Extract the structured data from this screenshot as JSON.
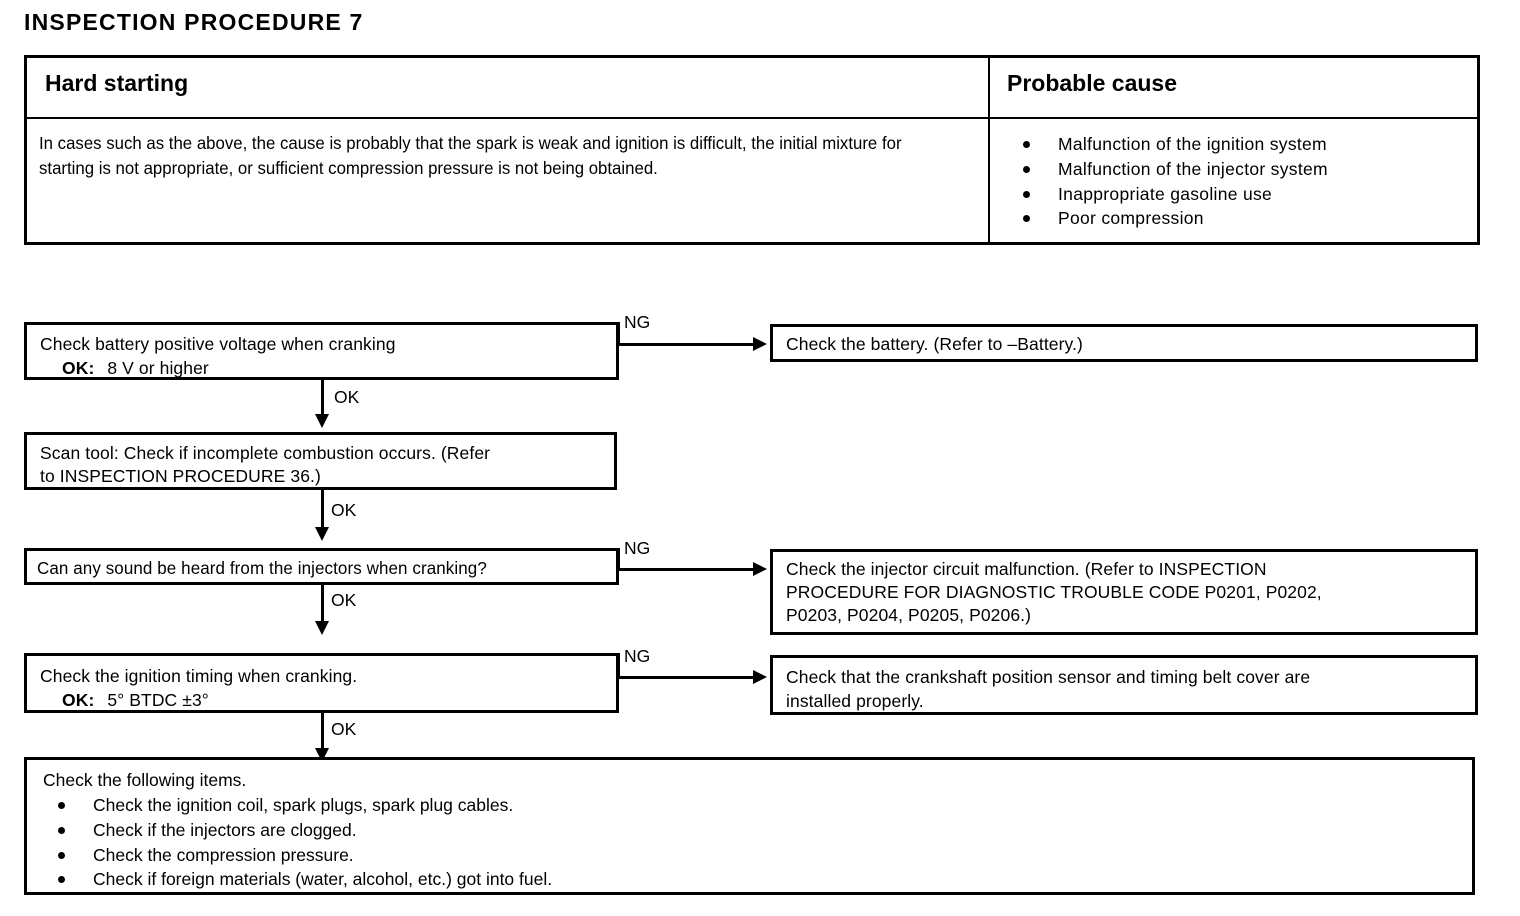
{
  "page_title": "INSPECTION PROCEDURE 7",
  "symptom_table": {
    "headers": {
      "symptom": "Hard starting",
      "cause": "Probable cause"
    },
    "symptom_description": "In cases such as the above, the cause is probably that the spark is weak and ignition is difficult, the initial mixture for starting is not appropriate, or sufficient compression pressure is not being obtained.",
    "probable_causes": [
      "Malfunction of the ignition system",
      "Malfunction of the injector system",
      "Inappropriate gasoline use",
      "Poor compression"
    ]
  },
  "flowchart": {
    "steps": [
      {
        "id": "battery-voltage",
        "line1": "Check battery positive voltage when cranking",
        "ok_prefix": "OK:",
        "ok_value": "8 V or higher"
      },
      {
        "id": "scan-tool",
        "line1": "Scan tool: Check if incomplete combustion occurs. (Refer",
        "line2": "to INSPECTION PROCEDURE 36.)"
      },
      {
        "id": "injector-sound",
        "line1": "Can any sound be heard from the injectors when cranking?"
      },
      {
        "id": "ignition-timing",
        "line1": "Check the ignition timing when cranking.",
        "ok_prefix": "OK:",
        "ok_value": "5° BTDC ±3°"
      }
    ],
    "ng_boxes": [
      {
        "id": "check-battery",
        "line1": "Check the battery. (Refer to –Battery.)"
      },
      {
        "id": "injector-circuit",
        "line1": "Check the injector circuit malfunction. (Refer to INSPECTION",
        "line2": "PROCEDURE FOR DIAGNOSTIC TROUBLE CODE P0201, P0202,",
        "line3": "P0203, P0204, P0205, P0206.)"
      },
      {
        "id": "crankshaft-sensor",
        "line1": "Check that the crankshaft position sensor and timing belt cover are",
        "line2": "installed properly."
      }
    ],
    "connector_labels": {
      "ok": "OK",
      "ng": "NG"
    },
    "final_box": {
      "intro": "Check the following items.",
      "items": [
        "Check the ignition coil, spark plugs, spark plug cables.",
        "Check if the injectors are clogged.",
        "Check the compression pressure.",
        "Check if foreign materials (water, alcohol, etc.) got into fuel."
      ]
    }
  },
  "colors": {
    "ink": "#000000",
    "paper": "#ffffff"
  }
}
